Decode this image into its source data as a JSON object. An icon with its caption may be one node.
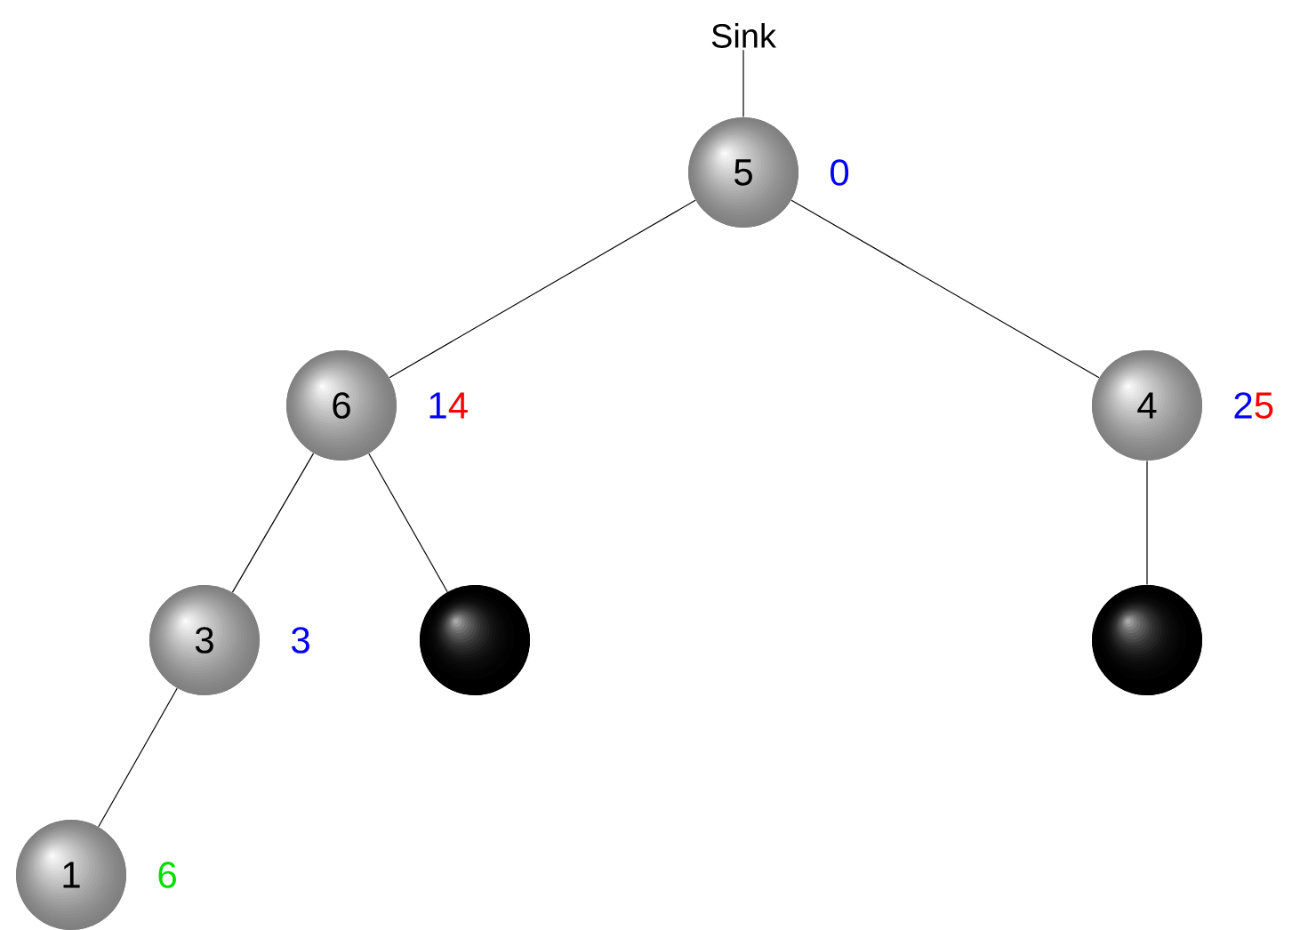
{
  "diagram": {
    "nodes": [
      {
        "text": [
          "Sink"
        ]
      },
      {
        "text": [
          "5"
        ],
        "beside": [
          "0"
        ]
      },
      {
        "text": [
          "6"
        ],
        "beside": [
          "1",
          "4"
        ]
      },
      {
        "text": [
          "4"
        ],
        "beside": [
          "2",
          "5"
        ]
      },
      {
        "text": [
          "3"
        ],
        "beside": [
          "3"
        ]
      },
      {
        "text": [],
        "shape": "circle"
      },
      {
        "text": [],
        "shape": "circle"
      },
      {
        "text": [
          "1"
        ],
        "beside": [
          "6"
        ]
      }
    ],
    "edges": [
      {
        "from": 0,
        "to": 1,
        "arrow": "none"
      },
      {
        "from": 1,
        "to": 2,
        "arrow": "none"
      },
      {
        "from": 1,
        "to": 3,
        "arrow": "none"
      },
      {
        "from": 2,
        "to": 4,
        "arrow": "none"
      },
      {
        "from": 2,
        "to": 5,
        "arrow": "none"
      },
      {
        "from": 3,
        "to": 6,
        "arrow": "none"
      },
      {
        "from": 4,
        "to": 7,
        "arrow": "none"
      }
    ]
  }
}
